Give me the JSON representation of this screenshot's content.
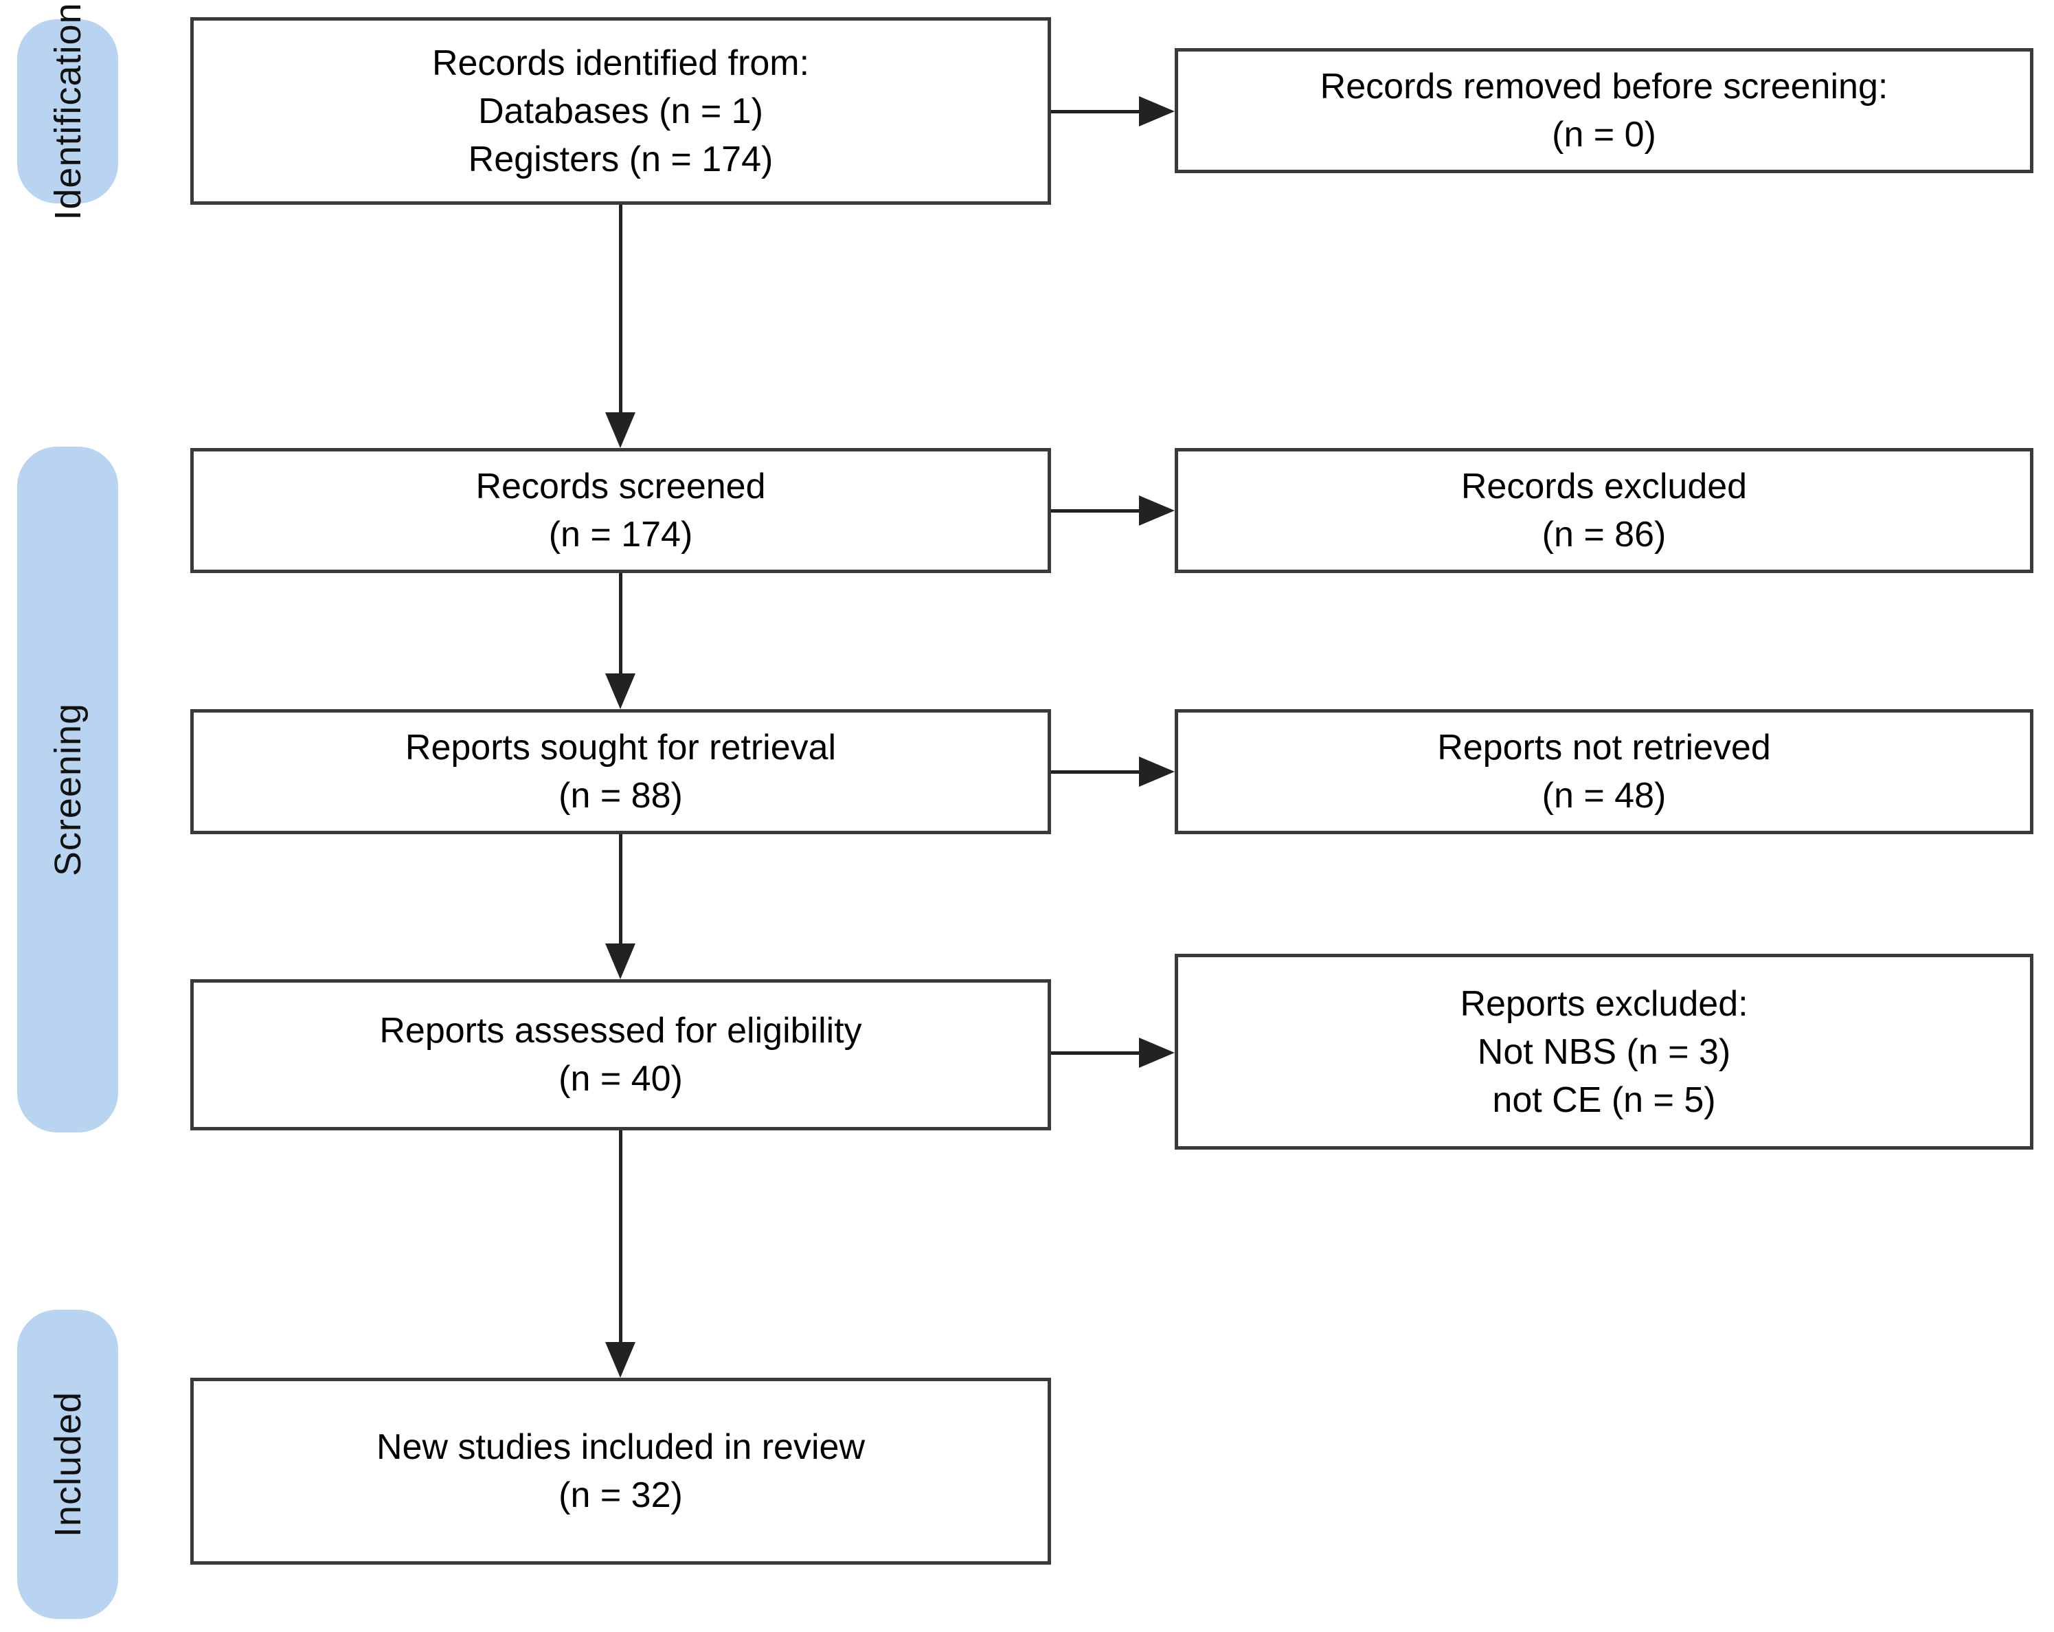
{
  "stages": {
    "identification": "Identification",
    "screening": "Screening",
    "included": "Included"
  },
  "boxes": {
    "records_identified": {
      "line1": "Records identified from:",
      "line2": "Databases (n = 1)",
      "line3": "Registers (n = 174)"
    },
    "records_removed": {
      "line1": "Records removed before screening:",
      "line2": "(n = 0)"
    },
    "records_screened": {
      "line1": "Records screened",
      "line2": "(n = 174)"
    },
    "records_excluded": {
      "line1": "Records excluded",
      "line2": "(n = 86)"
    },
    "reports_sought": {
      "line1": "Reports sought for retrieval",
      "line2": "(n = 88)"
    },
    "reports_not_retrieved": {
      "line1": "Reports not retrieved",
      "line2": "(n = 48)"
    },
    "reports_assessed": {
      "line1": "Reports assessed for eligibility",
      "line2": "(n = 40)"
    },
    "reports_excluded": {
      "line1": "Reports excluded:",
      "line2": "Not NBS (n = 3)",
      "line3": "not CE (n = 5)"
    },
    "new_studies_included": {
      "line1": "New studies included in review",
      "line2": "(n = 32)"
    }
  },
  "colors": {
    "stage_fill": "#b8d4f0",
    "box_border": "#3a3a3a",
    "arrow": "#222222",
    "text": "#000000",
    "background": "#ffffff"
  }
}
